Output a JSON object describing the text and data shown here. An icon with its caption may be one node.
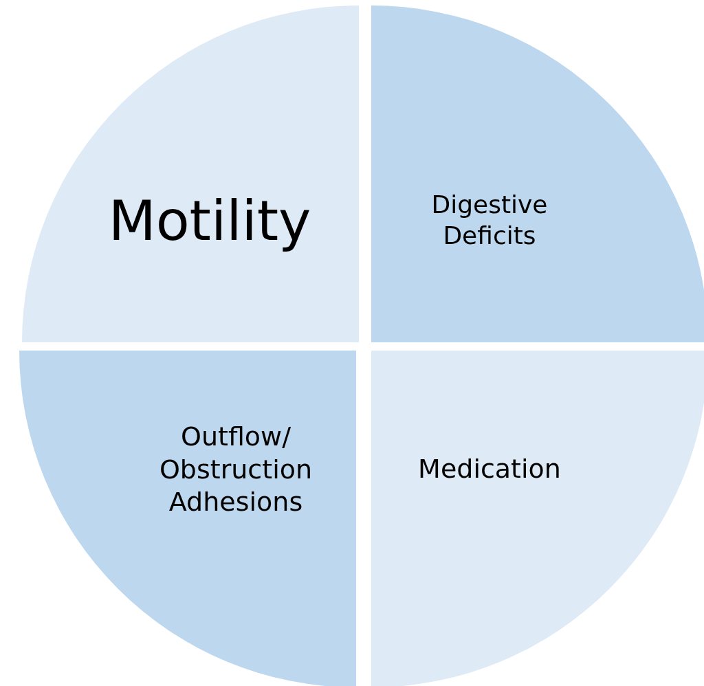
{
  "diagram": {
    "nodes": [
      {
        "text": [
          "Motility"
        ]
      },
      {
        "text": [
          "Digestive Deficits"
        ]
      },
      {
        "text": [
          "Outflow/ Obstruction Adhesions"
        ]
      },
      {
        "text": [
          "Medication"
        ]
      }
    ]
  }
}
